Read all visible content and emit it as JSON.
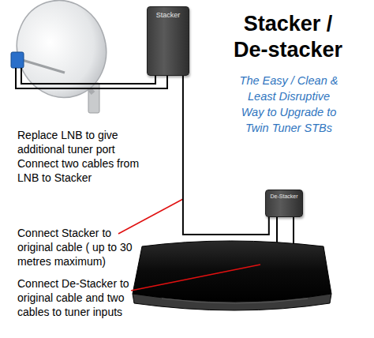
{
  "diagram": {
    "title": "Stacker / De-stacker",
    "nodes": [
      {
        "text": [
          "Stacker"
        ]
      },
      {
        "text": [
          "De-Stacker"
        ]
      }
    ],
    "edges": [
      {
        "from": 0,
        "to": 1,
        "arrow": "none"
      }
    ],
    "labels": [
      "The Easy / Clean & Least Disruptive Way to Upgrade to Twin Tuner STBs",
      "Replace LNB to give additional tuner port Connect two cables from LNB to Stacker",
      "Connect Stacker to original cable ( up to 30 metres maximum)",
      "Connect De-Stacker to original cable and two cables to tuner inputs"
    ]
  }
}
